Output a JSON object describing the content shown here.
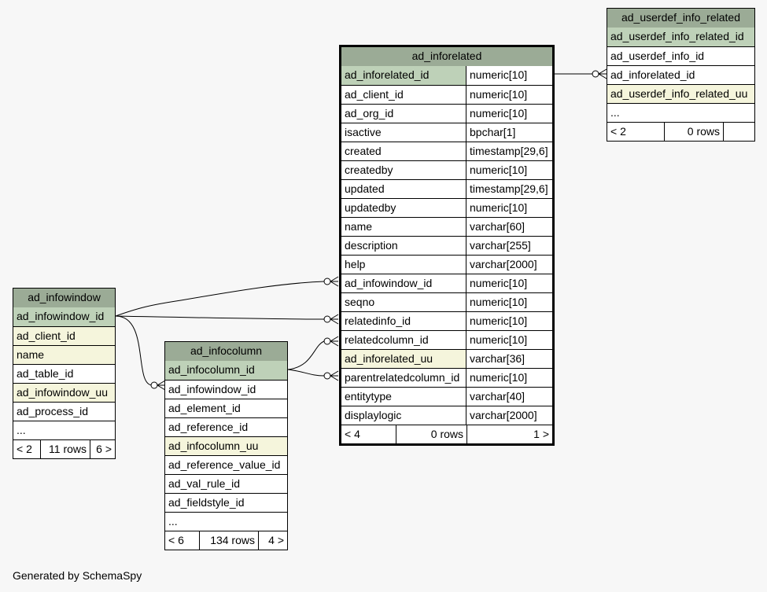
{
  "tables": {
    "ad_inforelated": {
      "title": "ad_inforelated",
      "columns": [
        {
          "name": "ad_inforelated_id",
          "type": "numeric[10]"
        },
        {
          "name": "ad_client_id",
          "type": "numeric[10]"
        },
        {
          "name": "ad_org_id",
          "type": "numeric[10]"
        },
        {
          "name": "isactive",
          "type": "bpchar[1]"
        },
        {
          "name": "created",
          "type": "timestamp[29,6]"
        },
        {
          "name": "createdby",
          "type": "numeric[10]"
        },
        {
          "name": "updated",
          "type": "timestamp[29,6]"
        },
        {
          "name": "updatedby",
          "type": "numeric[10]"
        },
        {
          "name": "name",
          "type": "varchar[60]"
        },
        {
          "name": "description",
          "type": "varchar[255]"
        },
        {
          "name": "help",
          "type": "varchar[2000]"
        },
        {
          "name": "ad_infowindow_id",
          "type": "numeric[10]"
        },
        {
          "name": "seqno",
          "type": "numeric[10]"
        },
        {
          "name": "relatedinfo_id",
          "type": "numeric[10]"
        },
        {
          "name": "relatedcolumn_id",
          "type": "numeric[10]"
        },
        {
          "name": "ad_inforelated_uu",
          "type": "varchar[36]"
        },
        {
          "name": "parentrelatedcolumn_id",
          "type": "numeric[10]"
        },
        {
          "name": "entitytype",
          "type": "varchar[40]"
        },
        {
          "name": "displaylogic",
          "type": "varchar[2000]"
        }
      ],
      "footer": {
        "parents": "< 4",
        "rows": "0 rows",
        "children": "1 >"
      }
    },
    "ad_userdef_info_related": {
      "title": "ad_userdef_info_related",
      "columns": [
        "ad_userdef_info_related_id",
        "ad_userdef_info_id",
        "ad_inforelated_id",
        "ad_userdef_info_related_uu",
        "..."
      ],
      "footer": {
        "parents": "< 2",
        "rows": "0 rows",
        "children": ""
      }
    },
    "ad_infowindow": {
      "title": "ad_infowindow",
      "columns": [
        "ad_infowindow_id",
        "ad_client_id",
        "name",
        "ad_table_id",
        "ad_infowindow_uu",
        "ad_process_id",
        "..."
      ],
      "footer": {
        "parents": "< 2",
        "rows": "11 rows",
        "children": "6 >"
      }
    },
    "ad_infocolumn": {
      "title": "ad_infocolumn",
      "columns": [
        "ad_infocolumn_id",
        "ad_infowindow_id",
        "ad_element_id",
        "ad_reference_id",
        "ad_infocolumn_uu",
        "ad_reference_value_id",
        "ad_val_rule_id",
        "ad_fieldstyle_id",
        "..."
      ],
      "footer": {
        "parents": "< 6",
        "rows": "134 rows",
        "children": "4 >"
      }
    }
  },
  "colors": {
    "header": "#9bab96",
    "primary_key": "#bed1b8",
    "indexed": "#f5f5dc"
  },
  "generated_by": "Generated by SchemaSpy"
}
